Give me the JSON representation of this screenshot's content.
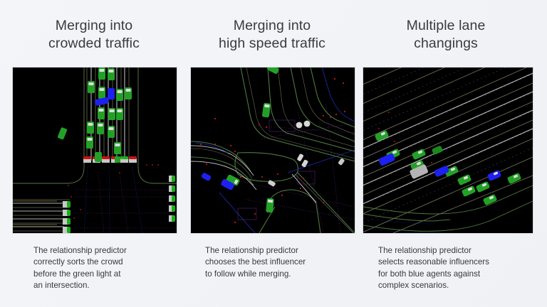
{
  "figure": {
    "background_color": "#f2f4f7",
    "title_color": "#3b3b3d",
    "caption_color": "#39393b",
    "panel_background": "#000000"
  },
  "panels": [
    {
      "id": "merging-crowded",
      "title": "Merging into\ncrowded traffic",
      "caption": "The relationship predictor\ncorrectly sorts the crowd\nbefore the green light at\nan intersection.",
      "scene": {
        "type": "urban-intersection-birdseye",
        "description": "Queue of vehicles at a signalized intersection approach, blue ego agents merging into a dense green crowd",
        "green_agents": 18,
        "blue_agents": 2,
        "traffic_light_red": 6,
        "traffic_light_green": 7
      }
    },
    {
      "id": "merging-high-speed",
      "title": "Merging into\nhigh speed traffic",
      "caption": "The relationship predictor\nchooses the best influencer\nto follow while merging.",
      "scene": {
        "type": "highway-interchange-birdseye",
        "description": "Freeway interchange with curved on-ramps, blue ego agent merging beside a green influencer",
        "green_agents": 4,
        "blue_agents": 2,
        "white_agents": 4
      }
    },
    {
      "id": "multiple-lane-changings",
      "title": "Multiple lane\nchangings",
      "caption": "The relationship predictor\nselects reasonable influencers\nfor both blue agents against\ncomplex scenarios.",
      "scene": {
        "type": "diagonal-multilane-highway-birdseye",
        "description": "Diagonal multi-lane freeway with two blue agents performing lane changes among green traffic",
        "green_agents": 12,
        "blue_agents": 2,
        "gray_agents": 1
      }
    }
  ],
  "colors": {
    "agent_green": "#23a127",
    "agent_green_dark": "#0f7a16",
    "agent_blue": "#1d21f0",
    "agent_white": "#d8d8d8",
    "agent_gray": "#b4b4b4",
    "lane_line": "#8d8f6a",
    "road_edge": "#6d8b5c",
    "center_line": "#c9c9c9",
    "signal_red": "#cc1111",
    "signal_green": "#17b018",
    "route_purple": "#6a2fa0",
    "route_blue": "#2233bb"
  }
}
